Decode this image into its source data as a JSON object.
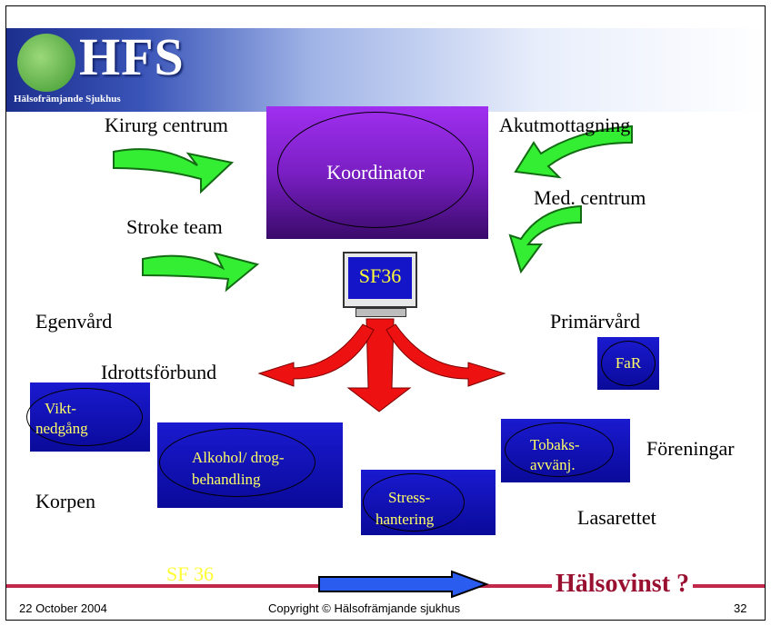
{
  "logo": {
    "text": "HFS",
    "subtitle": "Hälsofrämjande Sjukhus"
  },
  "center": {
    "coordinator": "Koordinator",
    "monitor_label": "SF36"
  },
  "labels": {
    "kirurg": "Kirurg centrum",
    "akut": "Akutmottagning",
    "med": "Med. centrum",
    "stroke": "Stroke team",
    "egenvard": "Egenvård",
    "primarvard": "Primärvård",
    "idrott": "Idrottsförbund",
    "foreningar": "Föreningar",
    "korpen": "Korpen",
    "lasarettet": "Lasarettet"
  },
  "boxes": {
    "far": "FaR",
    "vikt_1": "Vikt-",
    "vikt_2": "nedgång",
    "alkohol_1": "Alkohol/ drog-",
    "alkohol_2": "behandling",
    "stress_1": "Stress-",
    "stress_2": "hantering",
    "tobak_1": "Tobaks-",
    "tobak_2": "avvänj."
  },
  "bottom": {
    "sf36": "SF 36",
    "halsovinst": "Hälsovinst ?"
  },
  "footer": {
    "date": "22 October 2004",
    "copyright": "Copyright © Hälsofrämjande sjukhus",
    "page": "32"
  },
  "colors": {
    "green_arrow": "#33ee33",
    "red_arrow": "#ee1111",
    "box_blue": "#1010b8",
    "coordinator_purple": "#8a2be2",
    "box_text": "#ffff66",
    "accent_red": "#9a1030"
  }
}
